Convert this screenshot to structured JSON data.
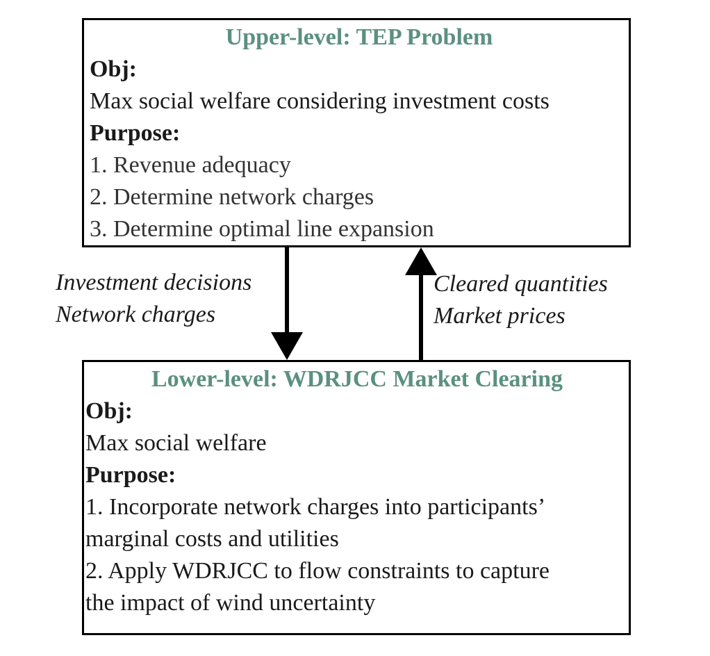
{
  "upper": {
    "title": "Upper-level: TEP Problem",
    "obj_heading": "Obj:",
    "obj_text": "Max social welfare considering investment costs",
    "purpose_heading": "Purpose:",
    "purposes": [
      "1. Revenue adequacy",
      "2. Determine network charges",
      "3. Determine optimal line expansion"
    ]
  },
  "down_labels": [
    "Investment decisions",
    "Network charges"
  ],
  "up_labels": [
    "Cleared quantities",
    "Market prices"
  ],
  "lower": {
    "title": "Lower-level: WDRJCC Market Clearing",
    "obj_heading": "Obj:",
    "obj_text": "Max social welfare",
    "purpose_heading": "Purpose:",
    "purpose_lines": [
      "1. Incorporate network charges into participants’",
      "marginal costs and utilities",
      "2. Apply WDRJCC to flow constraints to capture",
      "the impact of wind uncertainty"
    ]
  },
  "colors": {
    "title_teal": "#5b9080",
    "border": "#000000"
  }
}
